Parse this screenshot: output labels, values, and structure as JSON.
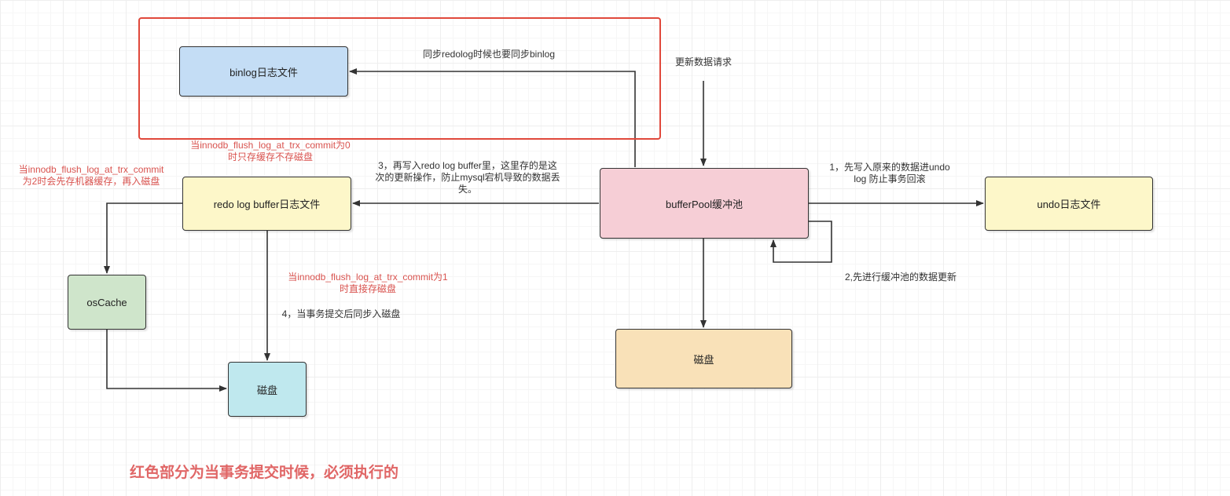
{
  "colors": {
    "binlog_fill": "#c4ddf5",
    "redo_fill": "#fdf7c9",
    "buffer_fill": "#f6ced6",
    "undo_fill": "#fdf7c9",
    "oscache_fill": "#cfe5cb",
    "disk_left_fill": "#bfe8ee",
    "disk_right_fill": "#f9e1b8",
    "highlight_border": "#e0483b",
    "red_text": "#d9534f",
    "note_text": "#e06666"
  },
  "nodes": {
    "binlog": "binlog日志文件",
    "redo_buffer": "redo log buffer日志文件",
    "buffer_pool": "bufferPool缓冲池",
    "undo": "undo日志文件",
    "os_cache": "osCache",
    "disk_left": "磁盘",
    "disk_right": "磁盘"
  },
  "labels": {
    "sync_binlog": "同步redolog时候也要同步binlog",
    "update_request": "更新数据请求",
    "step1": "1，先写入原来的数据进undo\nlog 防止事务回滚",
    "step2": "2,先进行缓冲池的数据更新",
    "step3": "3，再写入redo log buffer里，这里存的是这\n次的更新操作，防止mysql宕机导致的数据丢\n失。",
    "step4": "4，当事务提交后同步入磁盘",
    "commit0": "当innodb_flush_log_at_trx_commit为0\n时只存缓存不存磁盘",
    "commit2": "当innodb_flush_log_at_trx_commit\n为2时会先存机器缓存，再入磁盘",
    "commit1": "当innodb_flush_log_at_trx_commit为1\n时直接存磁盘"
  },
  "note": "红色部分为当事务提交时候，必须执行的"
}
